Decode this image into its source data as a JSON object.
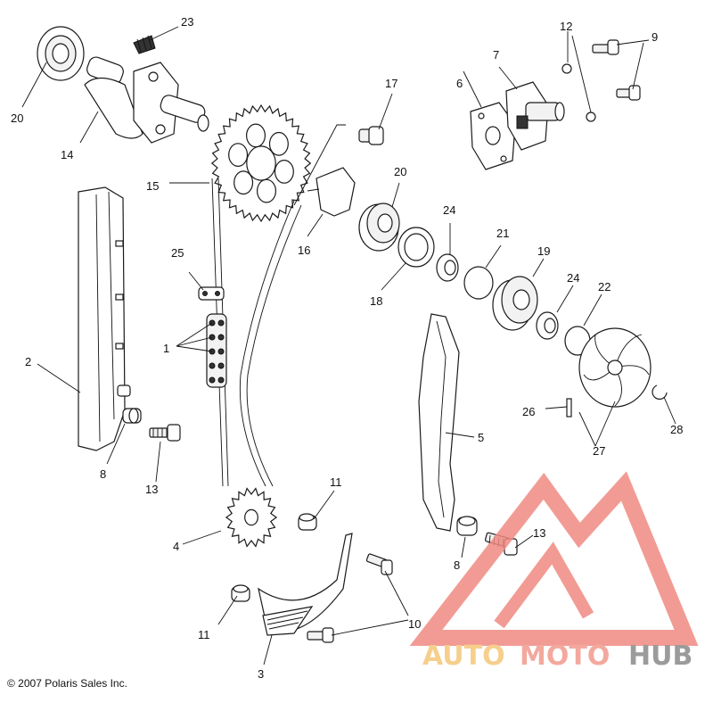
{
  "copyright": "© 2007 Polaris Sales Inc.",
  "watermark": {
    "text_a": "AUTO",
    "text_b": "MOTO",
    "text_c": "HUB",
    "color_a": "#f5c77a",
    "color_b": "#f29a8e",
    "color_c": "#8a8a8a",
    "logo_color": "#f08a82"
  },
  "callouts": [
    "1",
    "2",
    "3",
    "4",
    "5",
    "6",
    "7",
    "8",
    "8",
    "9",
    "10",
    "11",
    "11",
    "12",
    "13",
    "13",
    "14",
    "15",
    "16",
    "17",
    "18",
    "19",
    "20",
    "20",
    "21",
    "22",
    "23",
    "24",
    "24",
    "25",
    "26",
    "27",
    "28"
  ]
}
